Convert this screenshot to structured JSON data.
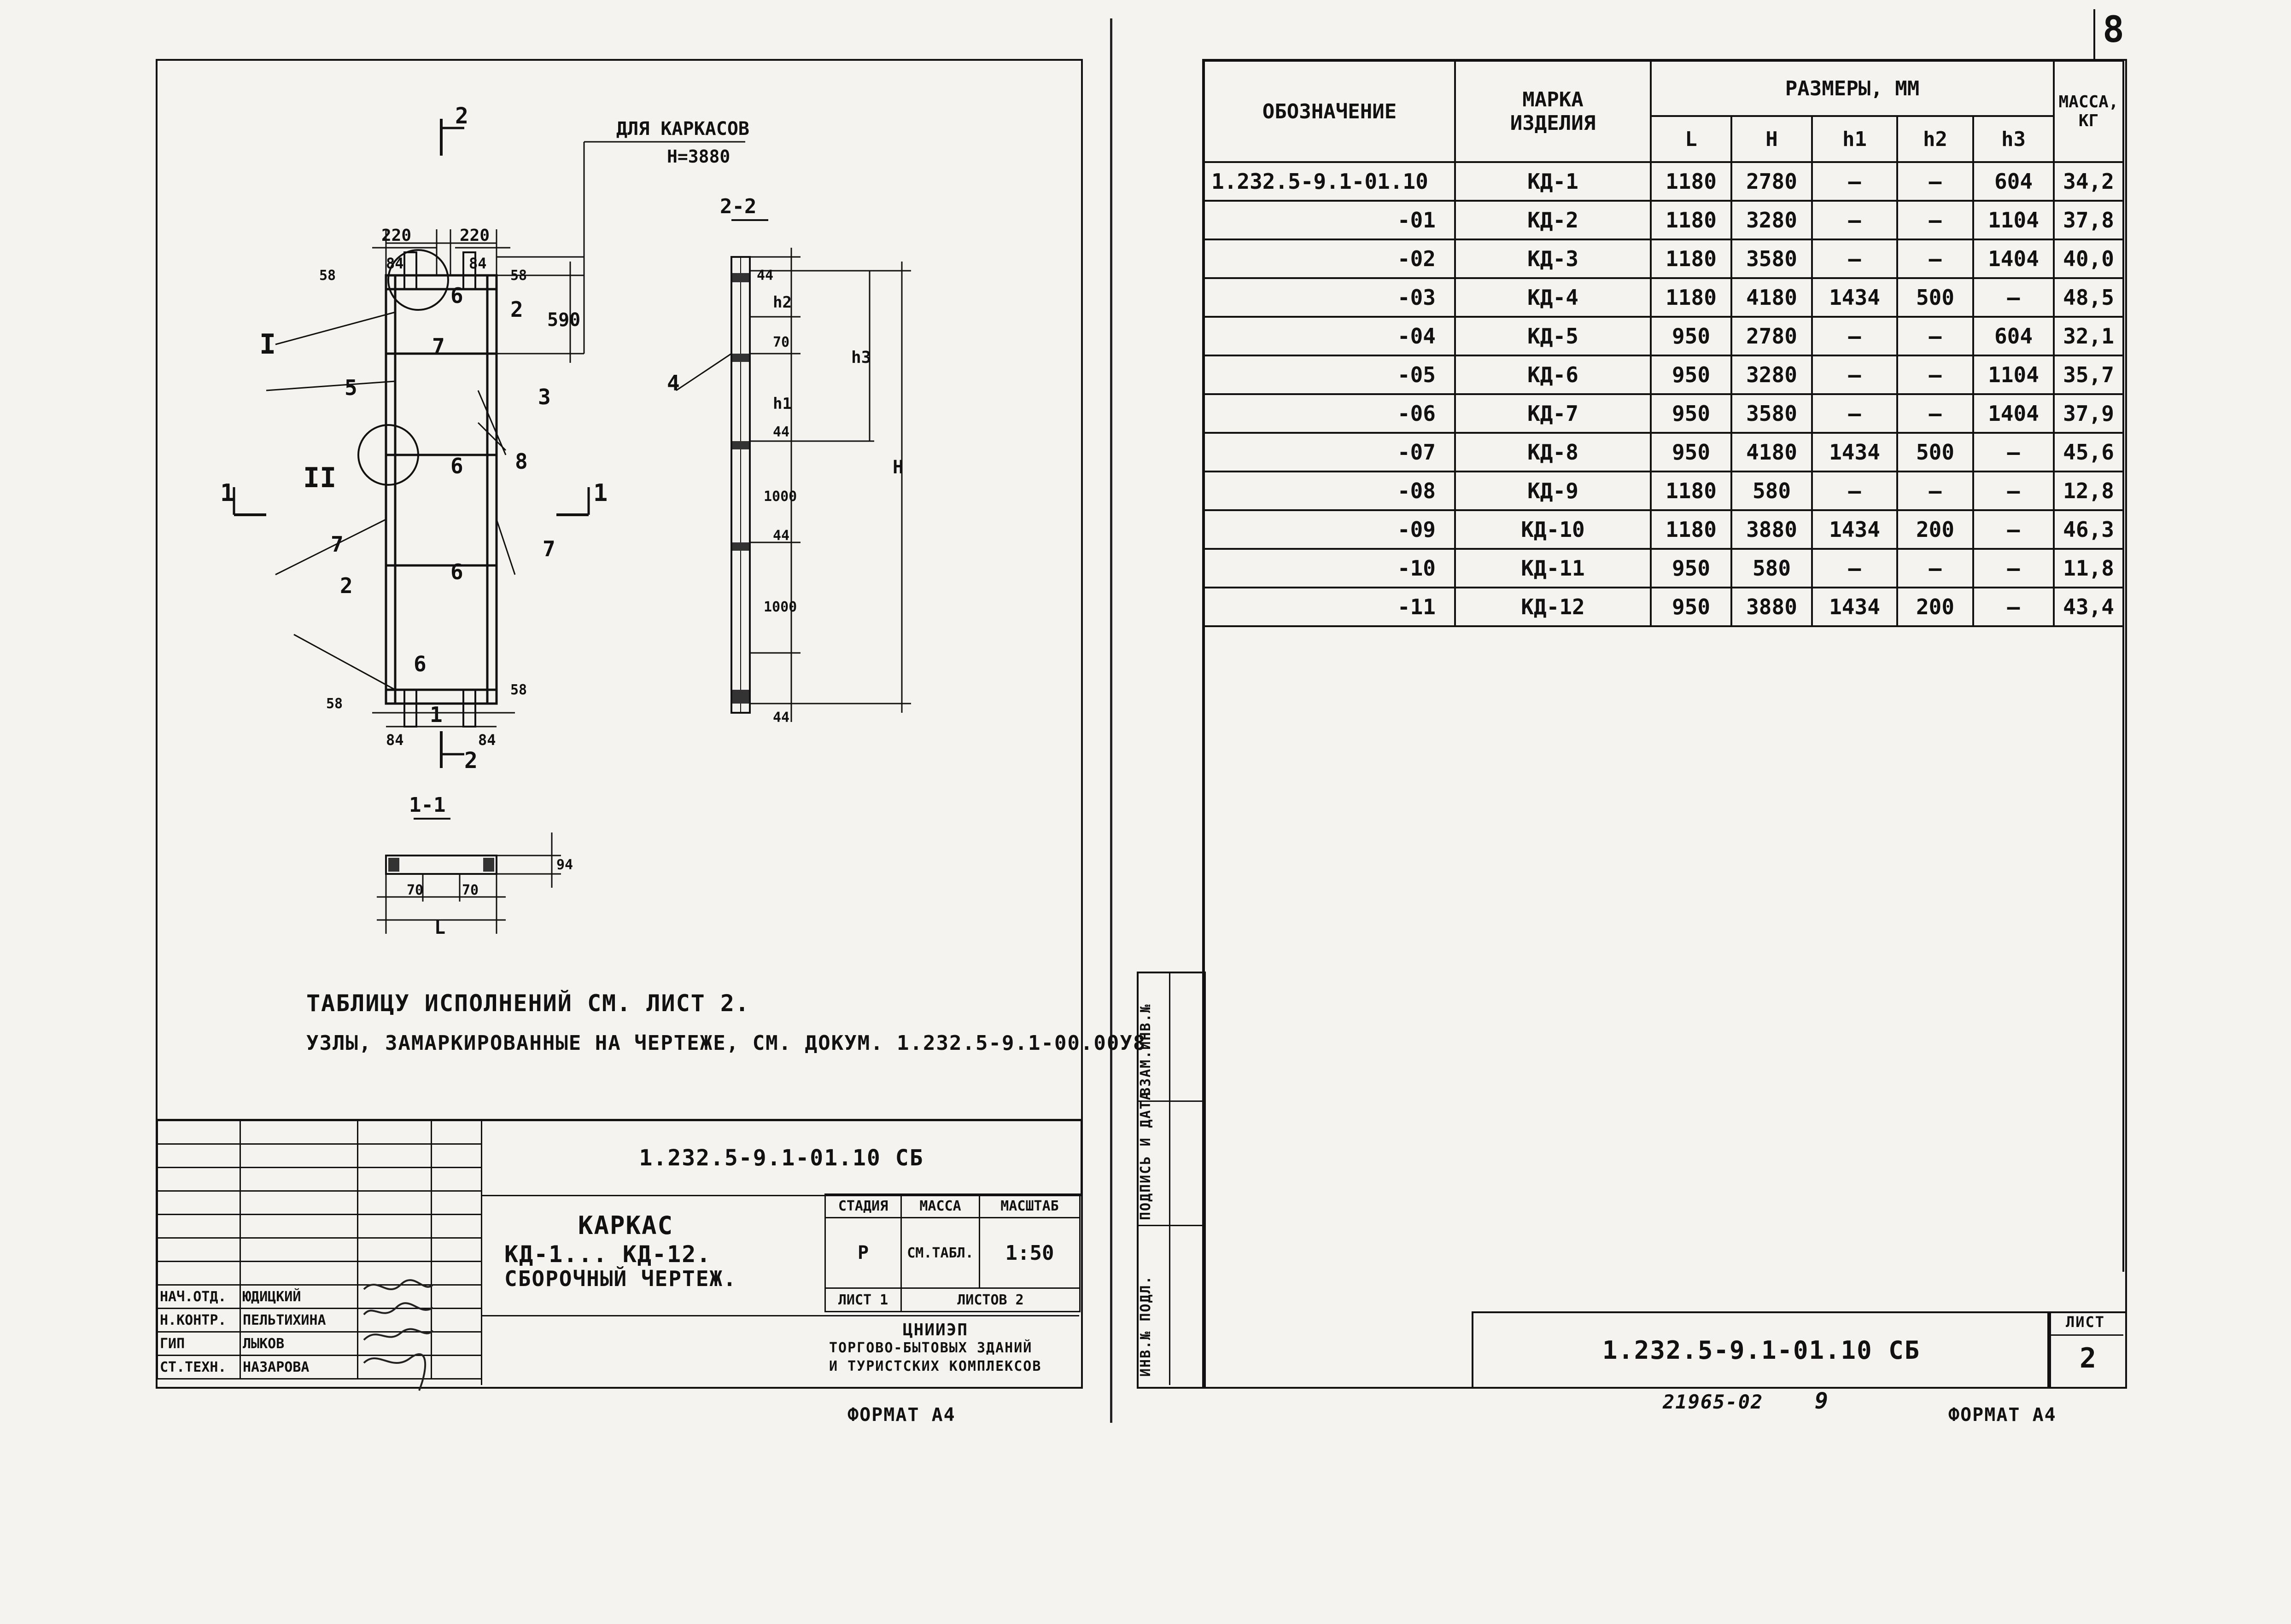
{
  "page_number": "8",
  "left_sheet": {
    "for_frames_label": "ДЛЯ КАРКАСОВ",
    "for_frames_height": "Н=3880",
    "section_2_label": "2-2",
    "section_1_label": "1-1",
    "cut_marks": {
      "top": "2",
      "bottom": "2",
      "left": "1",
      "right": "1"
    },
    "node_labels": {
      "node_1": "I",
      "node_2": "II"
    },
    "part_labels": [
      "1",
      "2",
      "3",
      "4",
      "5",
      "6",
      "7",
      "8"
    ],
    "dimensions": {
      "top_220_a": "220",
      "top_220_b": "220",
      "top_84_a": "84",
      "top_84_b": "84",
      "d58_top": "58",
      "d58_top_right": "58",
      "d590": "590",
      "d58_bottom_left": "58",
      "d58_bottom_right": "58",
      "bottom_84_a": "84",
      "bottom_84_b": "84",
      "s2_44_top": "44",
      "s2_h2": "h2",
      "s2_70": "70",
      "s2_h1": "h1",
      "s2_h3": "h3",
      "s2_44_a": "44",
      "s2_1000_a": "1000",
      "s2_44_b": "44",
      "s2_1000_b": "1000",
      "s2_44_bottom": "44",
      "s2_H": "H",
      "s1_94": "94",
      "s1_70_a": "70",
      "s1_70_b": "70",
      "s1_L": "L"
    },
    "note_1": "ТАБЛИЦУ ИСПОЛНЕНИЙ СМ. ЛИСТ 2.",
    "note_2": "УЗЛЫ, ЗАМАРКИРОВАННЫЕ НА ЧЕРТЕЖЕ, СМ. ДОКУМ. 1.232.5-9.1-00.00У8",
    "title_block": {
      "designation": "1.232.5-9.1-01.10 СБ",
      "title_line1": "КАРКАС",
      "title_line2": "КД-1... КД-12.",
      "title_line3": "СБОРОЧНЫЙ ЧЕРТЕЖ.",
      "stage_label": "СТАДИЯ",
      "mass_label": "МАССА",
      "scale_label": "МАСШТАБ",
      "stage_value": "Р",
      "mass_value": "СМ.ТАБЛ.",
      "scale_value": "1:50",
      "sheet_label": "ЛИСТ 1",
      "sheets_label": "ЛИСТОВ 2",
      "org_line1": "ЦНИИЭП",
      "org_line2": "ТОРГОВО-БЫТОВЫХ ЗДАНИЙ",
      "org_line3": "И ТУРИСТСКИХ КОМПЛЕКСОВ",
      "signers": [
        {
          "role": "НАЧ.ОТД.",
          "name": "ЮДИЦКИЙ"
        },
        {
          "role": "Н.КОНТР.",
          "name": "ПЕЛЬТИХИНА"
        },
        {
          "role": "ГИП",
          "name": "ЛЫКОВ"
        },
        {
          "role": "СТ.ТЕХН.",
          "name": "НАЗАРОВА"
        }
      ]
    },
    "format_label": "ФОРМАТ А4"
  },
  "right_sheet": {
    "table": {
      "headers": {
        "designation": "ОБОЗНАЧЕНИЕ",
        "mark": "МАРКА ИЗДЕЛИЯ",
        "sizes": "РАЗМЕРЫ, ММ",
        "mass": "МАССА, КГ",
        "L": "L",
        "H": "Н",
        "h1": "h1",
        "h2": "h2",
        "h3": "h3"
      },
      "rows": [
        {
          "designation": "1.232.5-9.1-01.10",
          "mark": "КД-1",
          "L": "1180",
          "H": "2780",
          "h1": "—",
          "h2": "—",
          "h3": "604",
          "mass": "34,2"
        },
        {
          "designation": "-01",
          "mark": "КД-2",
          "L": "1180",
          "H": "3280",
          "h1": "—",
          "h2": "—",
          "h3": "1104",
          "mass": "37,8"
        },
        {
          "designation": "-02",
          "mark": "КД-3",
          "L": "1180",
          "H": "3580",
          "h1": "—",
          "h2": "—",
          "h3": "1404",
          "mass": "40,0"
        },
        {
          "designation": "-03",
          "mark": "КД-4",
          "L": "1180",
          "H": "4180",
          "h1": "1434",
          "h2": "500",
          "h3": "—",
          "mass": "48,5"
        },
        {
          "designation": "-04",
          "mark": "КД-5",
          "L": "950",
          "H": "2780",
          "h1": "—",
          "h2": "—",
          "h3": "604",
          "mass": "32,1"
        },
        {
          "designation": "-05",
          "mark": "КД-6",
          "L": "950",
          "H": "3280",
          "h1": "—",
          "h2": "—",
          "h3": "1104",
          "mass": "35,7"
        },
        {
          "designation": "-06",
          "mark": "КД-7",
          "L": "950",
          "H": "3580",
          "h1": "—",
          "h2": "—",
          "h3": "1404",
          "mass": "37,9"
        },
        {
          "designation": "-07",
          "mark": "КД-8",
          "L": "950",
          "H": "4180",
          "h1": "1434",
          "h2": "500",
          "h3": "—",
          "mass": "45,6"
        },
        {
          "designation": "-08",
          "mark": "КД-9",
          "L": "1180",
          "H": "580",
          "h1": "—",
          "h2": "—",
          "h3": "—",
          "mass": "12,8"
        },
        {
          "designation": "-09",
          "mark": "КД-10",
          "L": "1180",
          "H": "3880",
          "h1": "1434",
          "h2": "200",
          "h3": "—",
          "mass": "46,3"
        },
        {
          "designation": "-10",
          "mark": "КД-11",
          "L": "950",
          "H": "580",
          "h1": "—",
          "h2": "—",
          "h3": "—",
          "mass": "11,8"
        },
        {
          "designation": "-11",
          "mark": "КД-12",
          "L": "950",
          "H": "3880",
          "h1": "1434",
          "h2": "200",
          "h3": "—",
          "mass": "43,4"
        }
      ]
    },
    "side_stamp": [
      "ИНВ.№ ПОДЛ.",
      "ПОДПИСЬ И ДАТА",
      "ВЗАМ.ИНВ.№"
    ],
    "designation": "1.232.5-9.1-01.10 СБ",
    "sheet_label": "ЛИСТ",
    "sheet_number": "2",
    "archive_number": "21965-02",
    "archive_page": "9",
    "format_label": "ФОРМАТ А4"
  }
}
